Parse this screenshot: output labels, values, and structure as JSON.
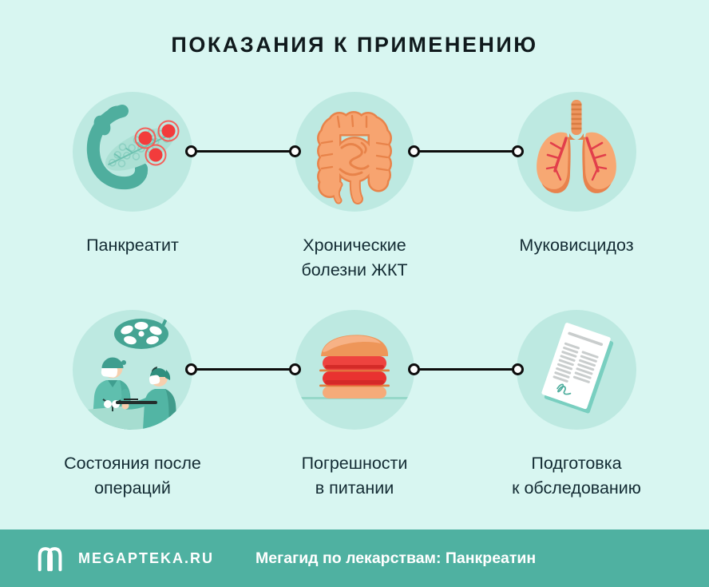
{
  "title": "ПОКАЗАНИЯ К ПРИМЕНЕНИЮ",
  "cards": [
    {
      "icon": "pancreas-icon",
      "lines": [
        "Панкреатит"
      ]
    },
    {
      "icon": "intestines-icon",
      "lines": [
        "Хронические",
        "болезни ЖКТ"
      ]
    },
    {
      "icon": "lungs-icon",
      "lines": [
        "Муковисцидоз"
      ]
    },
    {
      "icon": "surgery-icon",
      "lines": [
        "Состояния после",
        "операций"
      ]
    },
    {
      "icon": "burger-icon",
      "lines": [
        "Погрешности",
        "в питании"
      ]
    },
    {
      "icon": "document-icon",
      "lines": [
        "Подготовка",
        "к обследованию"
      ]
    }
  ],
  "footer": {
    "brand": "MEGAPTEKA.RU",
    "tagline": "Мегагид по лекарствам: Панкреатин"
  },
  "colors": {
    "background": "#d8f6f1",
    "icon_circle": "#bde9e1",
    "footer_bar": "#4fb1a1",
    "teal_organ": "#4fae9e",
    "orange_organ": "#f7a470",
    "red_marker": "#f23c3c",
    "text": "#132b33"
  }
}
